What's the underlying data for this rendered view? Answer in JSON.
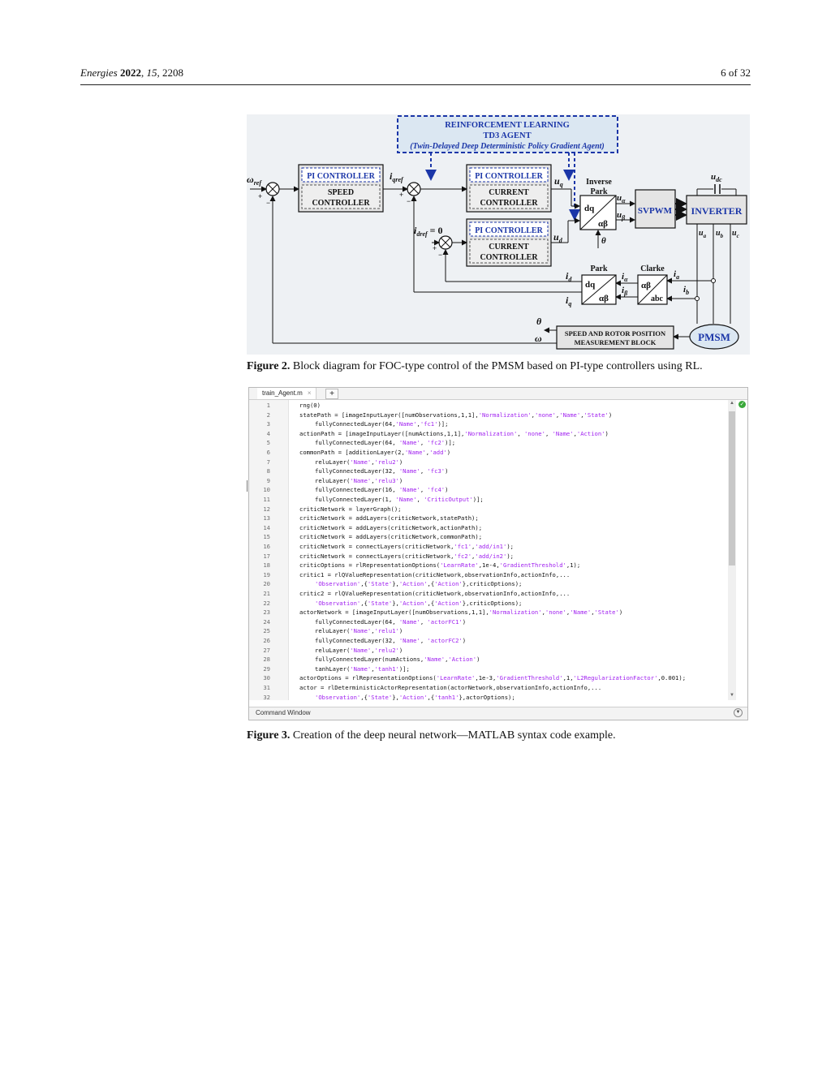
{
  "header": {
    "journal": "Energies",
    "year": "2022",
    "volume": "15",
    "article": "2208",
    "page": "6 of 32"
  },
  "figure2": {
    "rl_title": "REINFORCEMENT LEARNING",
    "rl_agent": "TD3 AGENT",
    "rl_sub": "(Twin-Delayed Deep Deterministic Policy Gradient Agent)",
    "pi1": "PI CONTROLLER",
    "speed1": "SPEED",
    "speed2": "CONTROLLER",
    "pi2": "PI CONTROLLER",
    "cur1a": "CURRENT",
    "cur1b": "CONTROLLER",
    "pi3": "PI CONTROLLER",
    "cur2a": "CURRENT",
    "cur2b": "CONTROLLER",
    "inv_park1": "Inverse",
    "inv_park2": "Park",
    "park": "Park",
    "clarke": "Clarke",
    "dq": "dq",
    "ab": "αβ",
    "abc": "abc",
    "svpwm": "SVPWM",
    "inverter": "INVERTER",
    "pmsm": "PMSM",
    "speed_block1": "SPEED AND ROTOR POSITION",
    "speed_block2": "MEASUREMENT BLOCK",
    "omega_ref": "ω",
    "omega_ref_sub": "ref",
    "iq_ref": "i",
    "iq_ref_sub": "qref",
    "id_ref": "i",
    "id_ref_sub": "dref",
    "id_ref_val": " = 0",
    "uq": "u",
    "uq_sub": "q",
    "ud": "u",
    "ud_sub": "d",
    "ualpha": "u",
    "ualpha_sub": "α",
    "ubeta": "u",
    "ubeta_sub": "β",
    "udc": "u",
    "udc_sub": "dc",
    "ua": "u",
    "ua_sub": "a",
    "ub": "u",
    "ub_sub": "b",
    "uc": "u",
    "uc_sub": "c",
    "theta": "θ",
    "omega": "ω",
    "id": "i",
    "id_sub": "d",
    "iq": "i",
    "iq_sub": "q",
    "ialpha": "i",
    "ialpha_sub": "α",
    "ibeta": "i",
    "ibeta_sub": "β",
    "ia": "i",
    "ia_sub": "a",
    "ib": "i",
    "ib_sub": "b",
    "plus": "+",
    "minus": "−"
  },
  "caption2": {
    "label": "Figure 2.",
    "text": " Block diagram for FOC-type control of the PMSM based on PI-type controllers using RL."
  },
  "editor": {
    "tab_name": "train_Agent.m",
    "tab_close": "×",
    "tab_add": "+",
    "command_window": "Command Window",
    "lines": [
      {
        "n": "1",
        "indent": 0,
        "parts": [
          [
            "rng(0)",
            false
          ]
        ]
      },
      {
        "n": "2",
        "indent": 0,
        "parts": [
          [
            "statePath = [imageInputLayer([numObservations,1,1],",
            false
          ],
          [
            "'Normalization'",
            true
          ],
          [
            ",",
            false
          ],
          [
            "'none'",
            true
          ],
          [
            ",",
            false
          ],
          [
            "'Name'",
            true
          ],
          [
            ",",
            false
          ],
          [
            "'State'",
            true
          ],
          [
            ")",
            false
          ]
        ]
      },
      {
        "n": "3",
        "indent": 1,
        "parts": [
          [
            "fullyConnectedLayer(64,",
            false
          ],
          [
            "'Name'",
            true
          ],
          [
            ",",
            false
          ],
          [
            "'fc1'",
            true
          ],
          [
            ")];",
            false
          ]
        ]
      },
      {
        "n": "4",
        "indent": 0,
        "parts": [
          [
            "actionPath = [imageInputLayer([numActions,1,1],",
            false
          ],
          [
            "'Normalization'",
            true
          ],
          [
            ", ",
            false
          ],
          [
            "'none'",
            true
          ],
          [
            ", ",
            false
          ],
          [
            "'Name'",
            true
          ],
          [
            ",",
            false
          ],
          [
            "'Action'",
            true
          ],
          [
            ")",
            false
          ]
        ]
      },
      {
        "n": "5",
        "indent": 1,
        "parts": [
          [
            "fullyConnectedLayer(64, ",
            false
          ],
          [
            "'Name'",
            true
          ],
          [
            ", ",
            false
          ],
          [
            "'fc2'",
            true
          ],
          [
            ")];",
            false
          ]
        ]
      },
      {
        "n": "6",
        "indent": 0,
        "parts": [
          [
            "commonPath = [additionLayer(2,",
            false
          ],
          [
            "'Name'",
            true
          ],
          [
            ",",
            false
          ],
          [
            "'add'",
            true
          ],
          [
            ")",
            false
          ]
        ]
      },
      {
        "n": "7",
        "indent": 1,
        "parts": [
          [
            "reluLayer(",
            false
          ],
          [
            "'Name'",
            true
          ],
          [
            ",",
            false
          ],
          [
            "'relu2'",
            true
          ],
          [
            ")",
            false
          ]
        ]
      },
      {
        "n": "8",
        "indent": 1,
        "parts": [
          [
            "fullyConnectedLayer(32, ",
            false
          ],
          [
            "'Name'",
            true
          ],
          [
            ", ",
            false
          ],
          [
            "'fc3'",
            true
          ],
          [
            ")",
            false
          ]
        ]
      },
      {
        "n": "9",
        "indent": 1,
        "parts": [
          [
            "reluLayer(",
            false
          ],
          [
            "'Name'",
            true
          ],
          [
            ",",
            false
          ],
          [
            "'relu3'",
            true
          ],
          [
            ")",
            false
          ]
        ]
      },
      {
        "n": "10",
        "indent": 1,
        "parts": [
          [
            "fullyConnectedLayer(16, ",
            false
          ],
          [
            "'Name'",
            true
          ],
          [
            ", ",
            false
          ],
          [
            "'fc4'",
            true
          ],
          [
            ")",
            false
          ]
        ]
      },
      {
        "n": "11",
        "indent": 1,
        "parts": [
          [
            "fullyConnectedLayer(1, ",
            false
          ],
          [
            "'Name'",
            true
          ],
          [
            ", ",
            false
          ],
          [
            "'CriticOutput'",
            true
          ],
          [
            ")];",
            false
          ]
        ]
      },
      {
        "n": "12",
        "indent": 0,
        "parts": [
          [
            "criticNetwork = layerGraph();",
            false
          ]
        ]
      },
      {
        "n": "13",
        "indent": 0,
        "parts": [
          [
            "criticNetwork = addLayers(criticNetwork,statePath);",
            false
          ]
        ]
      },
      {
        "n": "14",
        "indent": 0,
        "parts": [
          [
            "criticNetwork = addLayers(criticNetwork,actionPath);",
            false
          ]
        ]
      },
      {
        "n": "15",
        "indent": 0,
        "parts": [
          [
            "criticNetwork = addLayers(criticNetwork,commonPath);",
            false
          ]
        ]
      },
      {
        "n": "16",
        "indent": 0,
        "parts": [
          [
            "criticNetwork = connectLayers(criticNetwork,",
            false
          ],
          [
            "'fc1'",
            true
          ],
          [
            ",",
            false
          ],
          [
            "'add/in1'",
            true
          ],
          [
            ");",
            false
          ]
        ]
      },
      {
        "n": "17",
        "indent": 0,
        "parts": [
          [
            "criticNetwork = connectLayers(criticNetwork,",
            false
          ],
          [
            "'fc2'",
            true
          ],
          [
            ",",
            false
          ],
          [
            "'add/in2'",
            true
          ],
          [
            ");",
            false
          ]
        ]
      },
      {
        "n": "18",
        "indent": 0,
        "parts": [
          [
            "criticOptions = rlRepresentationOptions(",
            false
          ],
          [
            "'LearnRate'",
            true
          ],
          [
            ",1e-4,",
            false
          ],
          [
            "'GradientThreshold'",
            true
          ],
          [
            ",1);",
            false
          ]
        ]
      },
      {
        "n": "19",
        "indent": 0,
        "parts": [
          [
            "critic1 = rlQValueRepresentation(criticNetwork,observationInfo,actionInfo,...",
            false
          ]
        ]
      },
      {
        "n": "20",
        "indent": 1,
        "parts": [
          [
            "'Observation'",
            true
          ],
          [
            ",{",
            false
          ],
          [
            "'State'",
            true
          ],
          [
            "},",
            false
          ],
          [
            "'Action'",
            true
          ],
          [
            ",{",
            false
          ],
          [
            "'Action'",
            true
          ],
          [
            "},criticOptions);",
            false
          ]
        ]
      },
      {
        "n": "21",
        "indent": 0,
        "parts": [
          [
            "critic2 = rlQValueRepresentation(criticNetwork,observationInfo,actionInfo,...",
            false
          ]
        ]
      },
      {
        "n": "22",
        "indent": 1,
        "parts": [
          [
            "'Observation'",
            true
          ],
          [
            ",{",
            false
          ],
          [
            "'State'",
            true
          ],
          [
            "},",
            false
          ],
          [
            "'Action'",
            true
          ],
          [
            ",{",
            false
          ],
          [
            "'Action'",
            true
          ],
          [
            "},criticOptions);",
            false
          ]
        ]
      },
      {
        "n": "23",
        "indent": 0,
        "parts": [
          [
            "actorNetwork = [imageInputLayer([numObservations,1,1],",
            false
          ],
          [
            "'Normalization'",
            true
          ],
          [
            ",",
            false
          ],
          [
            "'none'",
            true
          ],
          [
            ",",
            false
          ],
          [
            "'Name'",
            true
          ],
          [
            ",",
            false
          ],
          [
            "'State'",
            true
          ],
          [
            ")",
            false
          ]
        ]
      },
      {
        "n": "24",
        "indent": 1,
        "parts": [
          [
            "fullyConnectedLayer(64, ",
            false
          ],
          [
            "'Name'",
            true
          ],
          [
            ", ",
            false
          ],
          [
            "'actorFC1'",
            true
          ],
          [
            ")",
            false
          ]
        ]
      },
      {
        "n": "25",
        "indent": 1,
        "parts": [
          [
            "reluLayer(",
            false
          ],
          [
            "'Name'",
            true
          ],
          [
            ",",
            false
          ],
          [
            "'relu1'",
            true
          ],
          [
            ")",
            false
          ]
        ]
      },
      {
        "n": "26",
        "indent": 1,
        "parts": [
          [
            "fullyConnectedLayer(32, ",
            false
          ],
          [
            "'Name'",
            true
          ],
          [
            ", ",
            false
          ],
          [
            "'actorFC2'",
            true
          ],
          [
            ")",
            false
          ]
        ]
      },
      {
        "n": "27",
        "indent": 1,
        "parts": [
          [
            "reluLayer(",
            false
          ],
          [
            "'Name'",
            true
          ],
          [
            ",",
            false
          ],
          [
            "'relu2'",
            true
          ],
          [
            ")",
            false
          ]
        ]
      },
      {
        "n": "28",
        "indent": 1,
        "parts": [
          [
            "fullyConnectedLayer(numActions,",
            false
          ],
          [
            "'Name'",
            true
          ],
          [
            ",",
            false
          ],
          [
            "'Action'",
            true
          ],
          [
            ")",
            false
          ]
        ]
      },
      {
        "n": "29",
        "indent": 1,
        "parts": [
          [
            "tanhLayer(",
            false
          ],
          [
            "'Name'",
            true
          ],
          [
            ",",
            false
          ],
          [
            "'tanh1'",
            true
          ],
          [
            ")];",
            false
          ]
        ]
      },
      {
        "n": "30",
        "indent": 0,
        "parts": [
          [
            "actorOptions = rlRepresentationOptions(",
            false
          ],
          [
            "'LearnRate'",
            true
          ],
          [
            ",1e-3,",
            false
          ],
          [
            "'GradientThreshold'",
            true
          ],
          [
            ",1,",
            false
          ],
          [
            "'L2RegularizationFactor'",
            true
          ],
          [
            ",0.001);",
            false
          ]
        ]
      },
      {
        "n": "31",
        "indent": 0,
        "parts": [
          [
            "actor = rlDeterministicActorRepresentation(actorNetwork,observationInfo,actionInfo,...",
            false
          ]
        ]
      },
      {
        "n": "32",
        "indent": 1,
        "parts": [
          [
            "'Observation'",
            true
          ],
          [
            ",{",
            false
          ],
          [
            "'State'",
            true
          ],
          [
            "},",
            false
          ],
          [
            "'Action'",
            true
          ],
          [
            ",{",
            false
          ],
          [
            "'tanh1'",
            true
          ],
          [
            "},actorOptions);",
            false
          ]
        ]
      }
    ]
  },
  "caption3": {
    "label": "Figure 3.",
    "text": " Creation of the deep neural network—MATLAB syntax code example."
  }
}
